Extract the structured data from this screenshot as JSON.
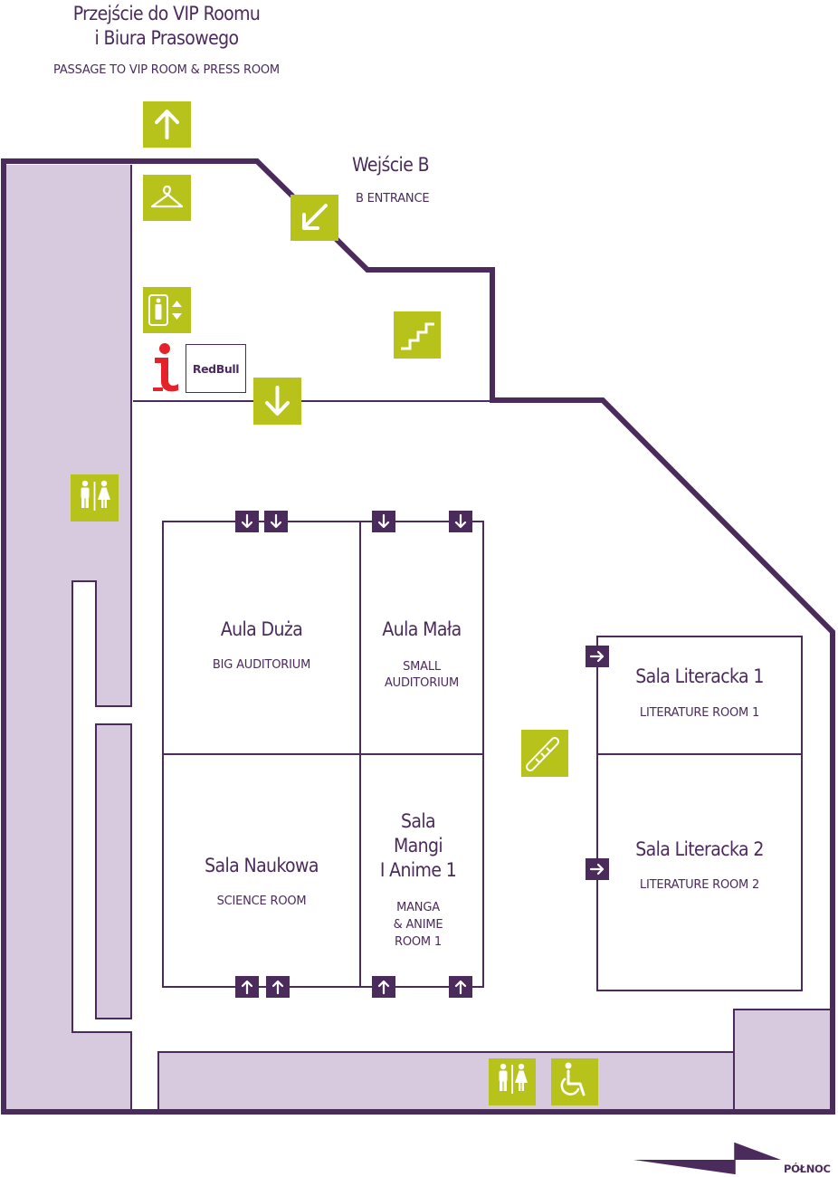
{
  "colors": {
    "wall": "#4b2a5c",
    "fill": "#d7cadf",
    "sign": "#b7c21a",
    "door_badge": "#4b2a5c",
    "info_red": "#e5212a"
  },
  "labels": {
    "vip_pl": "Przejście do VIP Roomu\ni Biura Prasowego",
    "vip_en": "PASSAGE TO VIP ROOM & PRESS ROOM",
    "entrance_pl": "Wejście B",
    "entrance_en": "B ENTRANCE",
    "redbull": "RedBull",
    "aula_duza_pl": "Aula Duża",
    "aula_duza_en": "BIG AUDITORIUM",
    "aula_mala_pl": "Aula Mała",
    "aula_mala_en": "SMALL\nAUDITORIUM",
    "naukowa_pl": "Sala Naukowa",
    "naukowa_en": "SCIENCE ROOM",
    "manga_pl": "Sala\nMangi\nI Anime 1",
    "manga_en": "MANGA\n& ANIME\nROOM 1",
    "lit1_pl": "Sala Literacka 1",
    "lit1_en": "LITERATURE ROOM 1",
    "lit2_pl": "Sala Literacka 2",
    "lit2_en": "LITERATURE ROOM 2",
    "north": "PÓŁNOC"
  },
  "icons": {
    "passage_arrow": "arrow-up-icon",
    "wardrobe": "hanger-icon",
    "entrance_arrow": "arrow-down-left-icon",
    "elevator": "elevator-icon",
    "stairs": "stairs-icon",
    "information": "information-icon",
    "corridor_arrow": "arrow-down-icon",
    "toilets_left": "toilets-icon",
    "escalator": "escalator-icon",
    "toilets_bottom": "toilets-icon",
    "accessible": "wheelchair-icon"
  }
}
